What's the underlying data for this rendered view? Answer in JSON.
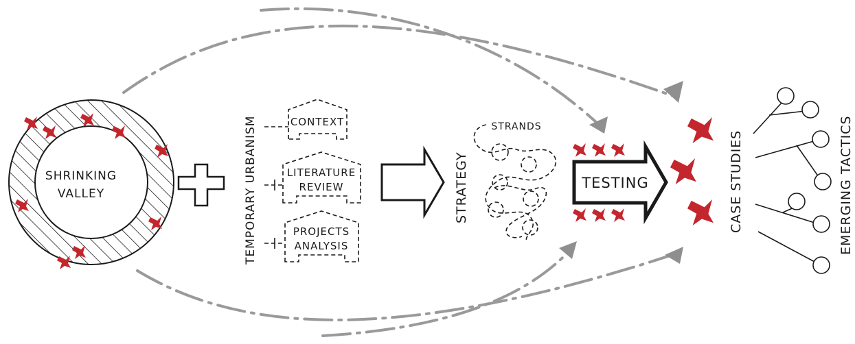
{
  "center": {
    "line1": "SHRINKING",
    "line2": "VALLEY"
  },
  "temporary_urbanism": "TEMPORARY URBANISM",
  "boxes": {
    "context": "CONTEXT",
    "literature_line1": "LITERATURE",
    "literature_line2": "REVIEW",
    "projects_line1": "PROJECTS",
    "projects_line2": "ANALYSIS"
  },
  "strategy": "STRATEGY",
  "strands": "STRANDS",
  "testing": "TESTING",
  "case_studies": "CASE STUDIES",
  "emerging_tactics": "EMERGING TACTICS",
  "colors": {
    "accent": "#c4262e",
    "arrows": "#9a9a9a",
    "ink": "#1a1a1a"
  }
}
